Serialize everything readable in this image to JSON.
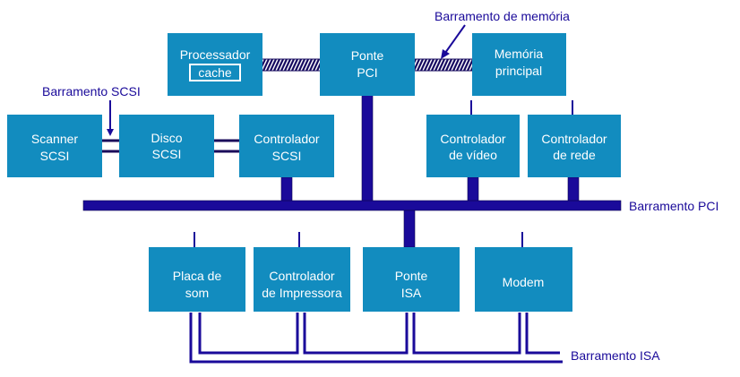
{
  "diagram": {
    "colors": {
      "component_fill": "#128cbf",
      "component_text": "#ffffff",
      "bus_color": "#1a0a9a",
      "label_color": "#1a0a9a"
    },
    "components": {
      "processor": {
        "line1": "Processador",
        "cache": "cache"
      },
      "pci_bridge": {
        "line1": "Ponte",
        "line2": "PCI"
      },
      "main_memory": {
        "line1": "Memória",
        "line2": "principal"
      },
      "scsi_scanner": {
        "line1": "Scanner",
        "line2": "SCSI"
      },
      "scsi_disk": {
        "line1": "Disco",
        "line2": "SCSI"
      },
      "scsi_controller": {
        "line1": "Controlador",
        "line2": "SCSI"
      },
      "video_controller": {
        "line1": "Controlador",
        "line2": "de vídeo"
      },
      "network_controller": {
        "line1": "Controlador",
        "line2": "de rede"
      },
      "sound_card": {
        "line1": "Placa de",
        "line2": "som"
      },
      "printer_controller": {
        "line1": "Controlador",
        "line2": "de Impressora"
      },
      "isa_bridge": {
        "line1": "Ponte",
        "line2": "ISA"
      },
      "modem": {
        "line1": "Modem"
      }
    },
    "labels": {
      "memory_bus": "Barramento de memória",
      "scsi_bus": "Barramento SCSI",
      "pci_bus": "Barramento PCI",
      "isa_bus": "Barramento ISA"
    }
  }
}
